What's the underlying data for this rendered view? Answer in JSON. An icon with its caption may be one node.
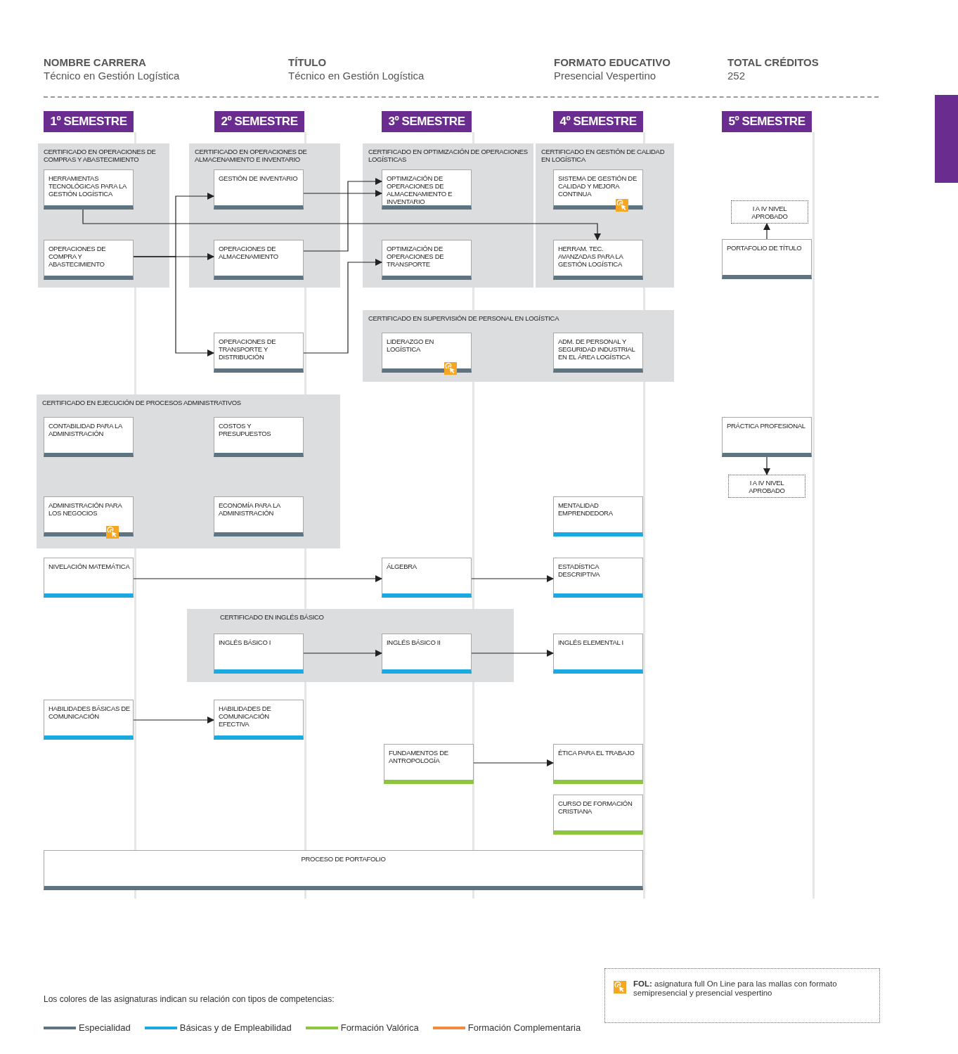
{
  "diagram": {
    "nodes": [
      {
        "text": [
          "1º SEMESTRE"
        ]
      },
      {
        "text": [
          "2º SEMESTRE"
        ]
      },
      {
        "text": [
          "3º SEMESTRE"
        ]
      },
      {
        "text": [
          "4º SEMESTRE"
        ]
      },
      {
        "text": [
          "5º SEMESTRE"
        ]
      },
      {
        "text": [
          "CERTIFICADO EN OPERACIONES DE COMPRAS Y ABASTECIMIENTO"
        ]
      },
      {
        "text": [
          "HERRAMIENTAS TECNOLÓGICAS PARA LA GESTIÓN LOGÍSTICA"
        ],
        "in": 5
      },
      {
        "text": [
          "OPERACIONES DE COMPRA Y ABASTECIMIENTO"
        ],
        "in": 5
      },
      {
        "text": [
          "CERTIFICADO EN OPERACIONES DE ALMACENAMIENTO E INVENTARIO"
        ]
      },
      {
        "text": [
          "GESTIÓN DE INVENTARIO"
        ],
        "in": 8
      },
      {
        "text": [
          "OPERACIONES DE ALMACENAMIENTO"
        ],
        "in": 8
      },
      {
        "text": [
          "CERTIFICADO EN OPTIMIZACIÓN DE OPERACIONES LOGÍSTICAS"
        ]
      },
      {
        "text": [
          "OPTIMIZACIÓN DE OPERACIONES DE ALMACENAMIENTO E INVENTARIO"
        ],
        "in": 11
      },
      {
        "text": [
          "OPTIMIZACIÓN DE OPERACIONES DE TRANSPORTE"
        ],
        "in": 11
      },
      {
        "text": [
          "CERTIFICADO EN GESTIÓN DE CALIDAD EN LOGÍSTICA"
        ]
      },
      {
        "text": [
          "SISTEMA DE GESTIÓN DE CALIDAD Y MEJORA CONTINUA"
        ],
        "in": 14
      },
      {
        "text": [
          "HERRAM. TEC. AVANZADAS PARA LA GESTIÓN LOGÍSTICA"
        ],
        "in": 14
      },
      {
        "text": [
          "I A IV NIVEL APROBADO"
        ]
      },
      {
        "text": [
          "PORTAFOLIO DE TÍTULO"
        ]
      },
      {
        "text": [
          "OPERACIONES DE TRANSPORTE Y DISTRIBUCIÓN"
        ]
      },
      {
        "text": [
          "CERTIFICADO EN SUPERVISIÓN DE PERSONAL EN LOGÍSTICA"
        ]
      },
      {
        "text": [
          "LIDERAZGO EN LOGÍSTICA"
        ],
        "in": 20
      },
      {
        "text": [
          "ADM. DE PERSONAL Y SEGURIDAD INDUSTRIAL EN EL ÁREA LOGÍSTICA"
        ],
        "in": 20
      },
      {
        "text": [
          "CERTIFICADO EN EJECUCIÓN DE PROCESOS ADMINISTRATIVOS"
        ]
      },
      {
        "text": [
          "CONTABILIDAD PARA LA ADMINISTRACIÓN"
        ],
        "in": 23
      },
      {
        "text": [
          "COSTOS Y PRESUPUESTOS"
        ],
        "in": 23
      },
      {
        "text": [
          "ADMINISTRACIÓN PARA LOS NEGOCIOS"
        ],
        "in": 23
      },
      {
        "text": [
          "ECONOMÍA PARA LA ADMINISTRACIÓN"
        ],
        "in": 23
      },
      {
        "text": [
          "PRÁCTICA PROFESIONAL"
        ]
      },
      {
        "text": [
          "I A IV NIVEL APROBADO"
        ]
      },
      {
        "text": [
          "MENTALIDAD EMPRENDEDORA"
        ]
      },
      {
        "text": [
          "NIVELACIÓN MATEMÁTICA"
        ]
      },
      {
        "text": [
          "ÁLGEBRA"
        ]
      },
      {
        "text": [
          "ESTADÍSTICA DESCRIPTIVA"
        ]
      },
      {
        "text": [
          "CERTIFICADO EN INGLÉS BÁSICO"
        ]
      },
      {
        "text": [
          "INGLÉS BÁSICO I"
        ],
        "in": 34
      },
      {
        "text": [
          "INGLÉS BÁSICO II"
        ],
        "in": 34
      },
      {
        "text": [
          "INGLÉS ELEMENTAL I"
        ]
      },
      {
        "text": [
          "HABILIDADES BÁSICAS DE COMUNICACIÓN"
        ]
      },
      {
        "text": [
          "HABILIDADES DE COMUNICACIÓN EFECTIVA"
        ]
      },
      {
        "text": [
          "FUNDAMENTOS DE ANTROPOLOGÍA"
        ]
      },
      {
        "text": [
          "ÉTICA PARA EL TRABAJO"
        ]
      },
      {
        "text": [
          "CURSO DE FORMACIÓN CRISTIANA"
        ]
      },
      {
        "text": [
          "PROCESO DE PORTAFOLIO"
        ]
      },
      {
        "text": [],
        "shape": "bar"
      }
    ],
    "edges": [
      {
        "from": 7,
        "to": 9,
        "arrow": "to"
      },
      {
        "from": 7,
        "to": 10,
        "arrow": "to"
      },
      {
        "from": 7,
        "to": 19,
        "arrow": "to"
      },
      {
        "from": 6,
        "to": 16,
        "arrow": "to"
      },
      {
        "from": 9,
        "to": 12,
        "arrow": "to"
      },
      {
        "from": 10,
        "to": 12,
        "arrow": "to"
      },
      {
        "from": 19,
        "to": 13,
        "arrow": "to"
      },
      {
        "from": 31,
        "to": 32,
        "arrow": "to"
      },
      {
        "from": 32,
        "to": 33,
        "arrow": "to"
      },
      {
        "from": 35,
        "to": 36,
        "arrow": "to"
      },
      {
        "from": 36,
        "to": 37,
        "arrow": "to"
      },
      {
        "from": 38,
        "to": 39,
        "arrow": "to"
      },
      {
        "from": 40,
        "to": 41,
        "arrow": "to"
      },
      {
        "from": 18,
        "to": 17,
        "arrow": "to"
      },
      {
        "from": 28,
        "to": 29,
        "arrow": "to"
      }
    ],
    "labels": [
      "NOMBRE CARRERA",
      "Técnico en Gestión Logística",
      "TÍTULO",
      "Técnico en Gestión Logística",
      "FORMATO EDUCATIVO",
      "Presencial Vespertino",
      "TOTAL CRÉDITOS",
      "252",
      "Los colores de las asignaturas indican su relación con tipos de competencias:",
      "**FOL:** asignatura full On Line para las mallas con formato semipresencial y presencial vespertino"
    ],
    "legend": [
      {
        "text": "Especialidad",
        "color": "#5e7480"
      },
      {
        "text": "Básicas y de Empleabilidad",
        "color": "#1ba9e1"
      },
      {
        "text": "Formación Valórica",
        "color": "#8cc63f"
      },
      {
        "text": "Formación Complementaria",
        "color": "#ef8a3e"
      }
    ]
  }
}
